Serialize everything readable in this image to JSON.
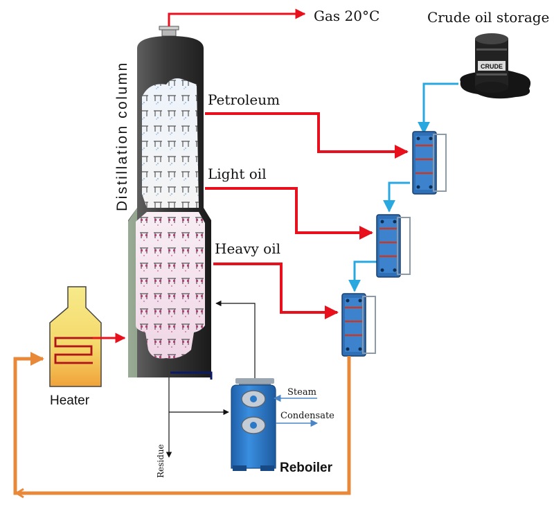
{
  "labels": {
    "gas": "Gas 20°C",
    "crude_storage": "Crude oil storage",
    "crude_drum": "CRUDE",
    "column": "Distillation column",
    "petroleum": "Petroleum",
    "light_oil": "Light oil",
    "heavy_oil": "Heavy oil",
    "heater": "Heater",
    "steam": "Steam",
    "condensate": "Condensate",
    "residue": "Residue",
    "reboiler": "Reboiler"
  },
  "colors": {
    "hot_stream": "#e8101c",
    "cold_stream": "#29a8e0",
    "return_stream": "#e8893a",
    "exchanger": "#2f6fb5",
    "reboiler": "#2a78c8",
    "column_shell": "#2b2b2b"
  },
  "icons": [
    "oil-drum-icon",
    "plate-heat-exchanger-icon",
    "furnace-heater-icon",
    "shell-tube-reboiler-icon"
  ]
}
